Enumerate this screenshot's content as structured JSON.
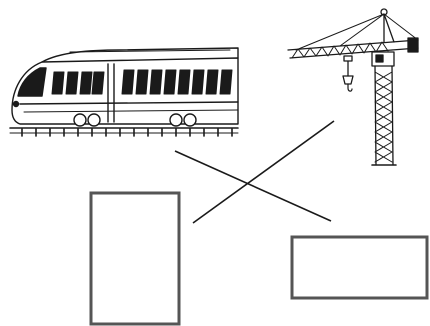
{
  "worksheet": {
    "pictures": [
      {
        "name": "train",
        "icon": "train-icon"
      },
      {
        "name": "tower-crane",
        "icon": "crane-icon"
      }
    ],
    "answer_boxes": [
      {
        "name": "tall-box",
        "shape": "portrait-rectangle"
      },
      {
        "name": "wide-box",
        "shape": "landscape-rectangle"
      }
    ],
    "matches": [
      {
        "from": "train",
        "to": "wide-box"
      },
      {
        "from": "tower-crane",
        "to": "tall-box"
      }
    ],
    "colors": {
      "ink": "#1a1a1a",
      "box_border": "#555555",
      "background": "#ffffff"
    }
  }
}
